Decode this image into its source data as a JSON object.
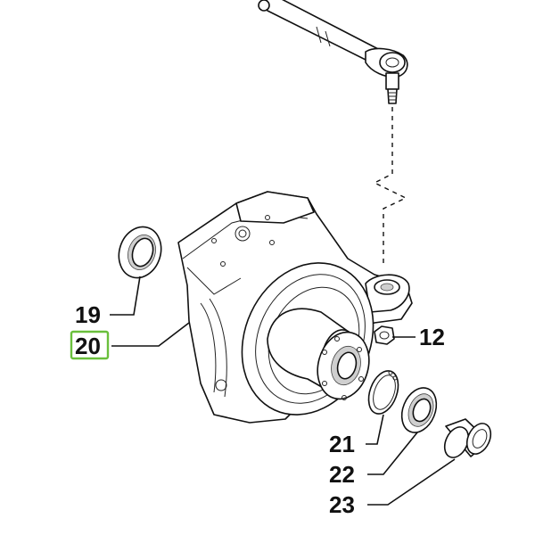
{
  "diagram": {
    "type": "exploded parts diagram",
    "highlight_color": "#6abf3c",
    "callouts": [
      {
        "id": "19",
        "label": "19",
        "highlighted": false
      },
      {
        "id": "20",
        "label": "20",
        "highlighted": true
      },
      {
        "id": "12",
        "label": "12",
        "highlighted": false
      },
      {
        "id": "21",
        "label": "21",
        "highlighted": false
      },
      {
        "id": "22",
        "label": "22",
        "highlighted": false
      },
      {
        "id": "23",
        "label": "23",
        "highlighted": false
      }
    ]
  }
}
